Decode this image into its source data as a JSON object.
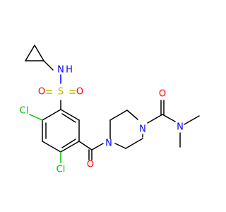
{
  "molecule": {
    "atoms": {
      "nh": "N",
      "h": "H",
      "s": "S",
      "o_s1": "O",
      "o_s2": "O",
      "cl_top": "Cl",
      "cl_bottom": "Cl",
      "o_amide1": "O",
      "n_pip1": "N",
      "n_pip2": "N",
      "o_amide2": "O",
      "n_dimethyl": "N"
    },
    "colors": {
      "carbon": "#000000",
      "nitrogen": "#0000ff",
      "oxygen": "#ff0000",
      "sulfur": "#b8b800",
      "chlorine": "#00c000"
    }
  }
}
